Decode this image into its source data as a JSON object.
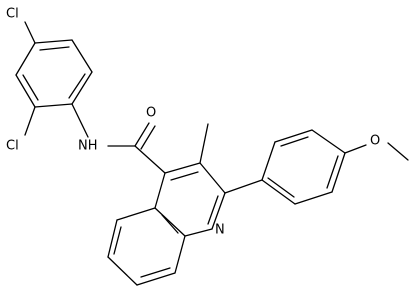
{
  "molecule": {
    "atom_labels": {
      "cl_top": "Cl",
      "cl_bottom": "Cl",
      "nh": "NH",
      "carbonyl_o": "O",
      "ring_n": "N",
      "ether_o": "O"
    }
  },
  "colors": {
    "bond": "#000000",
    "background": "#ffffff"
  }
}
